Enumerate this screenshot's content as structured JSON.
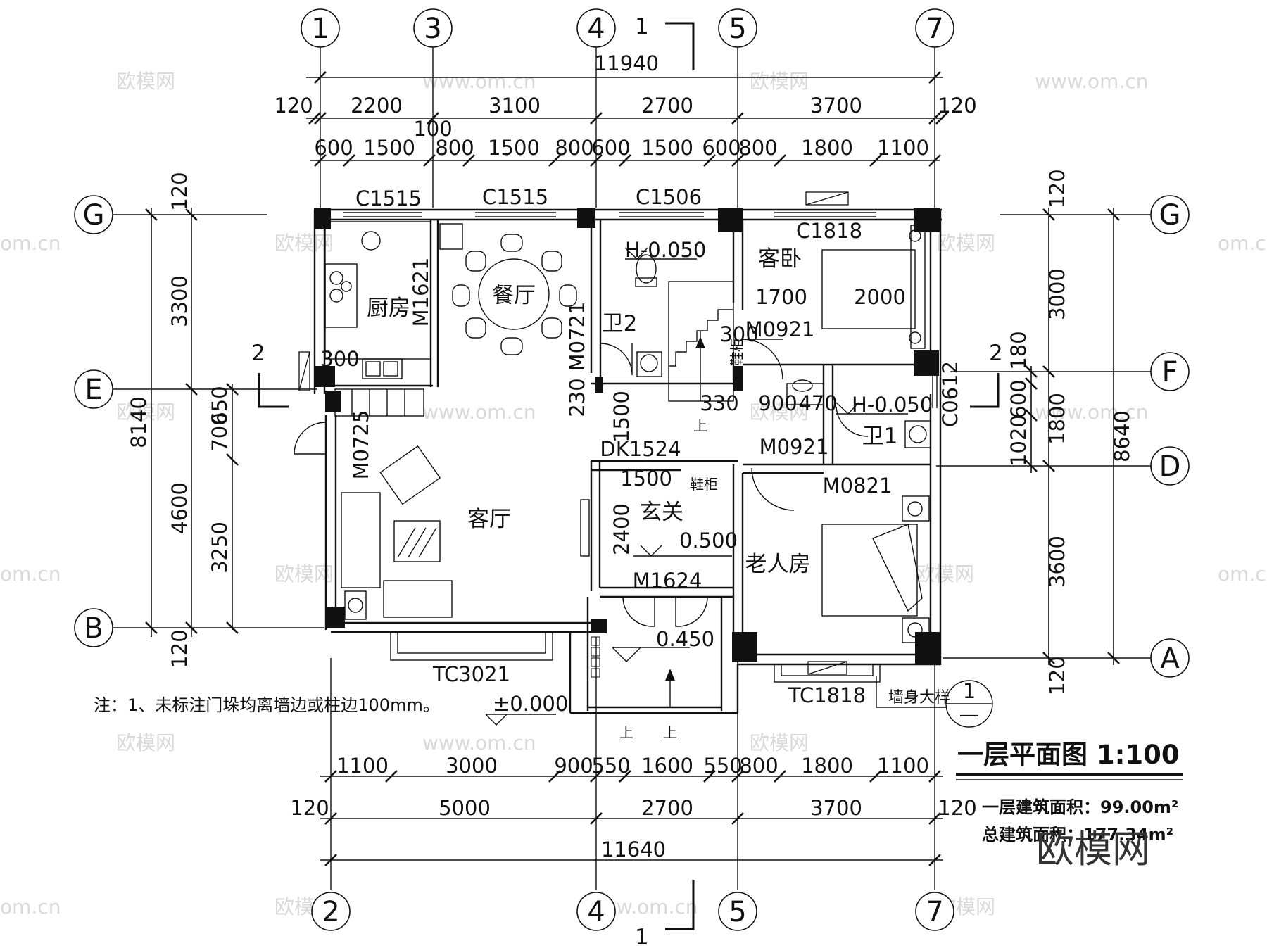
{
  "axes": {
    "top": [
      "1",
      "3",
      "4",
      "5",
      "7"
    ],
    "bottom": [
      "2",
      "4",
      "5",
      "7"
    ],
    "left": [
      "G",
      "E",
      "B"
    ],
    "right": [
      "G",
      "F",
      "D",
      "A"
    ]
  },
  "section_marks": {
    "one_top": "1",
    "one_bottom": "1",
    "two_left": "2",
    "two_right": "2"
  },
  "dims_top": {
    "overall": "11940",
    "row2": [
      "120",
      "2200",
      "3100",
      "2700",
      "3700",
      "120"
    ],
    "extra": "100",
    "row3": [
      "600",
      "1500",
      "800",
      "1500",
      "800",
      "600",
      "1500",
      "600",
      "800",
      "1800",
      "1100"
    ]
  },
  "dims_bottom": {
    "row1": [
      "1100",
      "3000",
      "900",
      "550",
      "1600",
      "550",
      "800",
      "1800",
      "1100"
    ],
    "row2": [
      "120",
      "5000",
      "2700",
      "3700",
      "120"
    ],
    "overall": "11640"
  },
  "dims_left": {
    "outer": [
      "120",
      "3300",
      "4600",
      "120"
    ],
    "total": "8140",
    "inner": [
      "700",
      "650",
      "3250"
    ]
  },
  "dims_right": {
    "outer": [
      "120",
      "3000",
      "3600",
      "120"
    ],
    "total": "8640",
    "inner": [
      "180",
      "600",
      "1020",
      "1800"
    ]
  },
  "windows": [
    "C1515",
    "C1515",
    "C1506",
    "C1818",
    "TC3021",
    "TC1818",
    "C0612"
  ],
  "doors": [
    "M1621",
    "M0721",
    "M0921",
    "M0725",
    "DK1524",
    "M0921",
    "M0821",
    "M1624"
  ],
  "rooms": {
    "kitchen": "厨房",
    "dining": "餐厅",
    "bath2": "卫2",
    "guest_bed": "客卧",
    "living": "客厅",
    "foyer": "玄关",
    "shoe_cab": "鞋柜",
    "shoe_cab2": "鞋柜",
    "elder": "老人房",
    "bath1": "卫1",
    "up1": "上",
    "up2": "上",
    "up3": "上"
  },
  "levels": {
    "bath2_level": "H-0.050",
    "bath1_level": "H-0.050",
    "foyer_level": "0.500",
    "step_level": "0.450",
    "ground_level": "±0.000"
  },
  "interior_dims": {
    "bed1_w": "1700",
    "bed1_l": "2000",
    "k300": "300",
    "k300b": "300",
    "s330": "330",
    "s900": "900",
    "s470": "470",
    "s230": "230",
    "s1500v": "1500",
    "s1500h": "1500",
    "s2400": "2400"
  },
  "notes": {
    "note": "注：1、未标注门垛均离墙边或柱边100mm。",
    "wall_detail": "墙身大样",
    "detail_no": "1",
    "detail_sub": "—"
  },
  "title_block": {
    "title": "一层平面图  1:100",
    "area1": "一层建筑面积：99.00m²",
    "area_total": "总建筑面积：177.34m²"
  },
  "watermark": {
    "brand": "欧模网",
    "url": "www.om.cn",
    "url2": "om.cn"
  }
}
